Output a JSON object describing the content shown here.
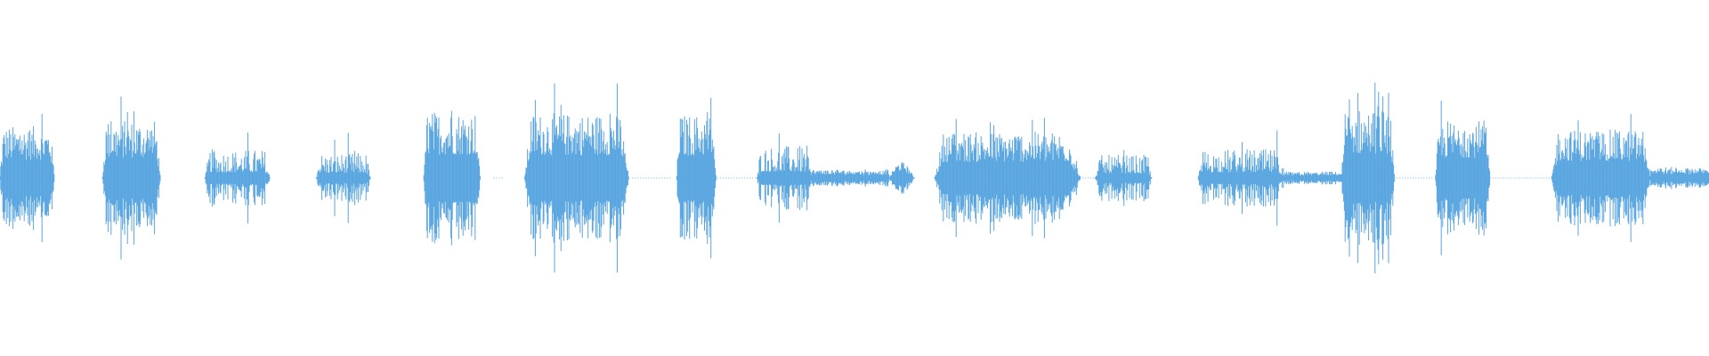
{
  "waveform": {
    "color": "#5aa6e0",
    "background": "#ffffff",
    "segments": [
      {
        "start": 0.0,
        "end": 0.032,
        "amp": 0.45,
        "kind": "dense"
      },
      {
        "start": 0.06,
        "end": 0.094,
        "amp": 0.5,
        "kind": "dense"
      },
      {
        "start": 0.12,
        "end": 0.158,
        "amp": 0.25,
        "kind": "sparse"
      },
      {
        "start": 0.185,
        "end": 0.217,
        "amp": 0.22,
        "kind": "sparse"
      },
      {
        "start": 0.248,
        "end": 0.281,
        "amp": 0.58,
        "kind": "dense"
      },
      {
        "start": 0.307,
        "end": 0.368,
        "amp": 0.56,
        "kind": "dense"
      },
      {
        "start": 0.396,
        "end": 0.419,
        "amp": 0.55,
        "kind": "dense"
      },
      {
        "start": 0.443,
        "end": 0.475,
        "amp": 0.28,
        "kind": "sparse"
      },
      {
        "start": 0.475,
        "end": 0.52,
        "amp": 0.08,
        "kind": "quiet"
      },
      {
        "start": 0.52,
        "end": 0.535,
        "amp": 0.14,
        "kind": "blob"
      },
      {
        "start": 0.547,
        "end": 0.632,
        "amp": 0.4,
        "kind": "dense"
      },
      {
        "start": 0.641,
        "end": 0.674,
        "amp": 0.2,
        "kind": "sparse"
      },
      {
        "start": 0.701,
        "end": 0.752,
        "amp": 0.25,
        "kind": "sparse"
      },
      {
        "start": 0.752,
        "end": 0.785,
        "amp": 0.06,
        "kind": "quiet"
      },
      {
        "start": 0.785,
        "end": 0.816,
        "amp": 0.6,
        "kind": "dense"
      },
      {
        "start": 0.84,
        "end": 0.872,
        "amp": 0.5,
        "kind": "dense"
      },
      {
        "start": 0.908,
        "end": 0.966,
        "amp": 0.42,
        "kind": "dense"
      },
      {
        "start": 0.966,
        "end": 1.0,
        "amp": 0.1,
        "kind": "quiet"
      }
    ],
    "silence_gaps": [
      {
        "start": 0.289,
        "end": 0.294
      },
      {
        "start": 0.37,
        "end": 0.392
      },
      {
        "start": 0.42,
        "end": 0.443
      },
      {
        "start": 0.632,
        "end": 0.641
      },
      {
        "start": 0.771,
        "end": 0.785
      },
      {
        "start": 0.816,
        "end": 0.838
      },
      {
        "start": 0.872,
        "end": 0.908
      }
    ]
  }
}
